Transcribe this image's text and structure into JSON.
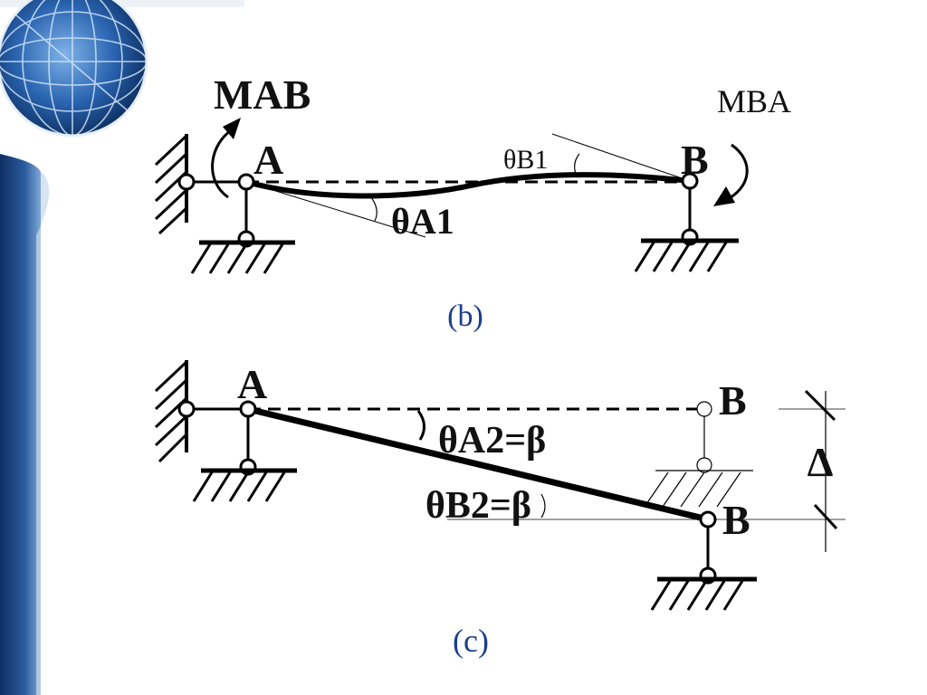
{
  "theme": {
    "band_dark": "#0f2f63",
    "band_mid": "#2b5b9e",
    "band_light": "#7fa8d6",
    "caption_color": "#1a3f8a",
    "ink": "#000000",
    "label_color": "#111111"
  },
  "decoration": {
    "logo": "globe-icon"
  },
  "diagram_b": {
    "moment_left_label": "MAB",
    "moment_right_label": "MBA",
    "node_left_label": "A",
    "node_right_label": "B",
    "rotation_b_label": "θB1",
    "rotation_a_label": "θA1",
    "caption": "(b)"
  },
  "diagram_c": {
    "node_left_label": "A",
    "node_right_top_label": "B",
    "node_right_bottom_label": "B",
    "angle_a_label": "θA2=β",
    "angle_b_label": "θB2=β",
    "displacement_label": "Δ",
    "caption": "(c)"
  }
}
